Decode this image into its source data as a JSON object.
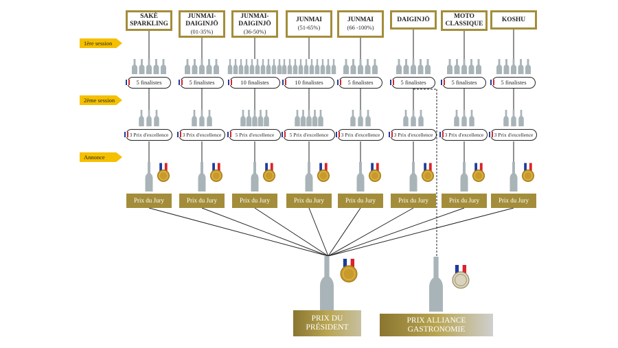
{
  "categories": [
    {
      "id": "sparkling",
      "title": "SAKÈ SPARKLING",
      "subtitle": "",
      "finalists": "5 finalistes",
      "excellence": "3 Prix d'excellence",
      "bottles1": 5,
      "bottles2": 3
    },
    {
      "id": "jd0135",
      "title": "JUNMAI-DAIGINJŌ",
      "subtitle": "(01-35%)",
      "finalists": "5 finalistes",
      "excellence": "3 Prix d'excellence",
      "bottles1": 5,
      "bottles2": 3
    },
    {
      "id": "jd3650",
      "title": "JUNMAI-DAIGINJŌ",
      "subtitle": "(36-50%)",
      "finalists": "10 finalistes",
      "excellence": "5 Prix d'excellence",
      "bottles1": 10,
      "bottles2": 5
    },
    {
      "id": "j5165",
      "title": "JUNMAI",
      "subtitle": "(51-65%)",
      "finalists": "10 finalistes",
      "excellence": "5 Prix d'excellence",
      "bottles1": 10,
      "bottles2": 5
    },
    {
      "id": "j66100",
      "title": "JUNMAI",
      "subtitle": "(66 -100%)",
      "finalists": "5 finalistes",
      "excellence": "3 Prix d'excellence",
      "bottles1": 5,
      "bottles2": 3
    },
    {
      "id": "daiginjo",
      "title": "DAIGINJŌ",
      "subtitle": "",
      "finalists": "5 finalistes",
      "excellence": "3 Prix d'excellence",
      "bottles1": 5,
      "bottles2": 3
    },
    {
      "id": "moto",
      "title": "MOTO CLASSIQUE",
      "subtitle": "",
      "finalists": "5 finalistes",
      "excellence": "3 Prix d'excellence",
      "bottles1": 5,
      "bottles2": 3
    },
    {
      "id": "koshu",
      "title": "KOSHU",
      "subtitle": "",
      "finalists": "5 finalistes",
      "excellence": "3 Prix d'excellence",
      "bottles1": 5,
      "bottles2": 3
    }
  ],
  "sessions": {
    "first": "1ère session",
    "second": "2ème session",
    "announce": "Annonce"
  },
  "jury_label": "Prix du Jury",
  "president_label": "PRIX DU PRÉSIDENT",
  "gastronomie_label": "PRIX ALLIANCE GASTRONOMIE",
  "colors": {
    "gold": "#a38d3a",
    "bottle": "#a9b4b9",
    "arrow": "#f5c000",
    "line": "#222222",
    "gray_label": "#b5b5b5"
  }
}
